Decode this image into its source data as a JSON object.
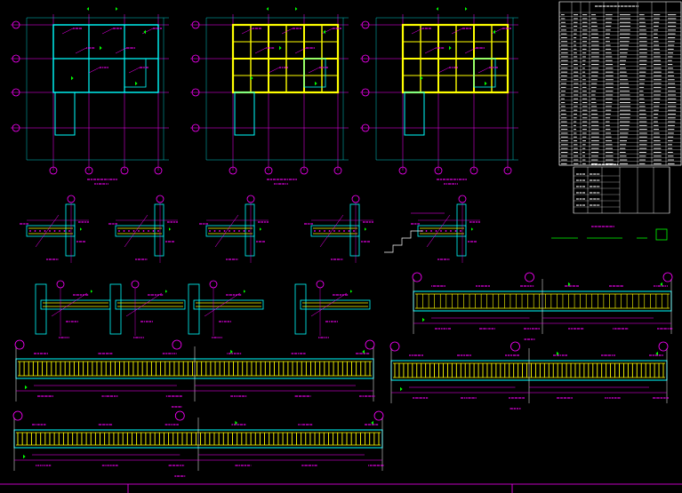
{
  "colors": {
    "background": "#000000",
    "grid": "#ff00ff",
    "beam": "#ffff00",
    "concrete": "#00ffff",
    "annotation": "#ff00ff",
    "marker": "#00ff00",
    "section_cut": "#ff00ff",
    "table": "#ffffff",
    "dimension": "#00ffff"
  },
  "icons": {
    "grid_bubble": "circle-marker-icon",
    "level_flag": "triangle-flag-icon"
  },
  "plans": [
    {
      "id": "plan-1"
    },
    {
      "id": "plan-2"
    },
    {
      "id": "plan-3"
    }
  ],
  "details_row1": [
    {
      "id": "d1"
    },
    {
      "id": "d2"
    },
    {
      "id": "d3"
    },
    {
      "id": "d4"
    },
    {
      "id": "d5"
    }
  ],
  "details_row2": [
    {
      "id": "e1"
    },
    {
      "id": "e2"
    },
    {
      "id": "e3"
    },
    {
      "id": "e4"
    }
  ],
  "long_beams": [
    {
      "id": "b1"
    },
    {
      "id": "b2"
    },
    {
      "id": "b3"
    },
    {
      "id": "b4"
    }
  ],
  "table": {
    "rows": 40,
    "cols": 9
  }
}
